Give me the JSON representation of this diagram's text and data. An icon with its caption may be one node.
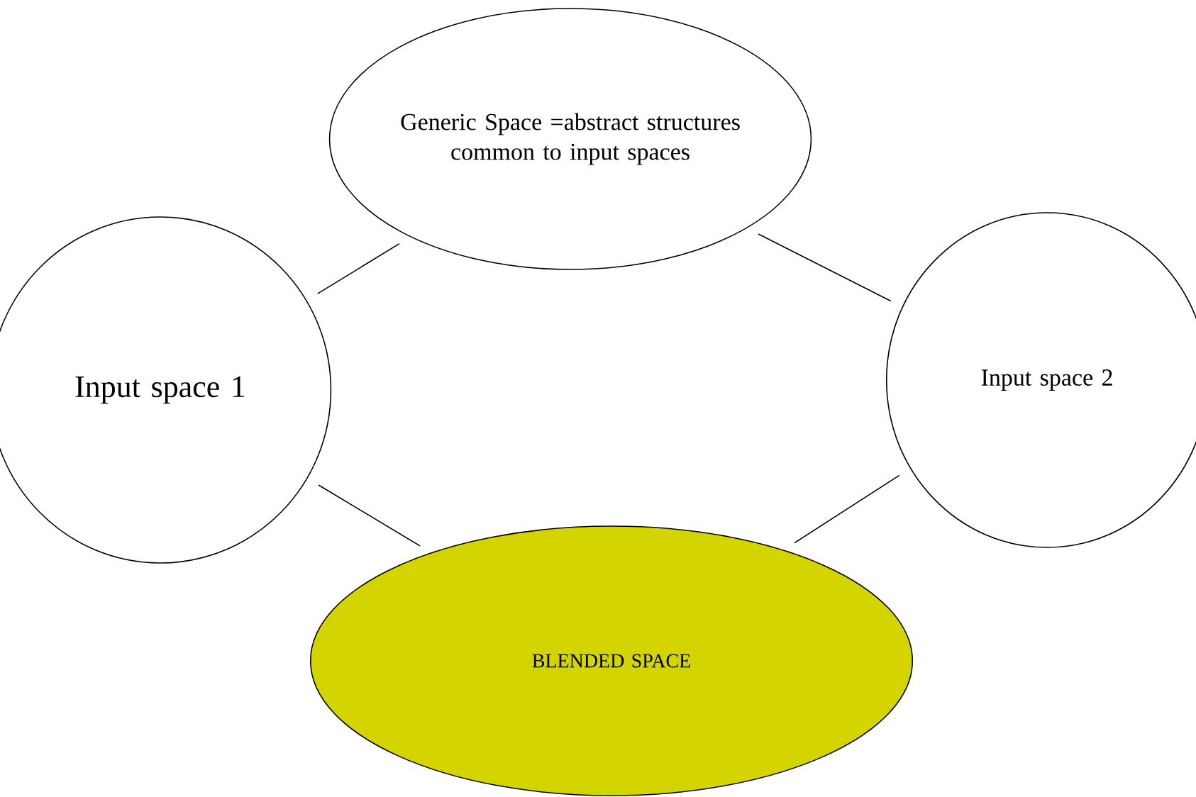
{
  "diagram": {
    "nodes": [
      {
        "text": [
          "Generic Space =abstract structures common to input spaces"
        ]
      },
      {
        "text": [
          "Input space 1"
        ]
      },
      {
        "text": [
          "Input space 2"
        ]
      },
      {
        "text": [
          "BLENDED SPACE"
        ]
      }
    ],
    "edges": [
      {
        "from": 0,
        "to": 1,
        "arrow": "none"
      },
      {
        "from": 0,
        "to": 2,
        "arrow": "none"
      },
      {
        "from": 1,
        "to": 3,
        "arrow": "none"
      },
      {
        "from": 2,
        "to": 3,
        "arrow": "none"
      }
    ]
  }
}
